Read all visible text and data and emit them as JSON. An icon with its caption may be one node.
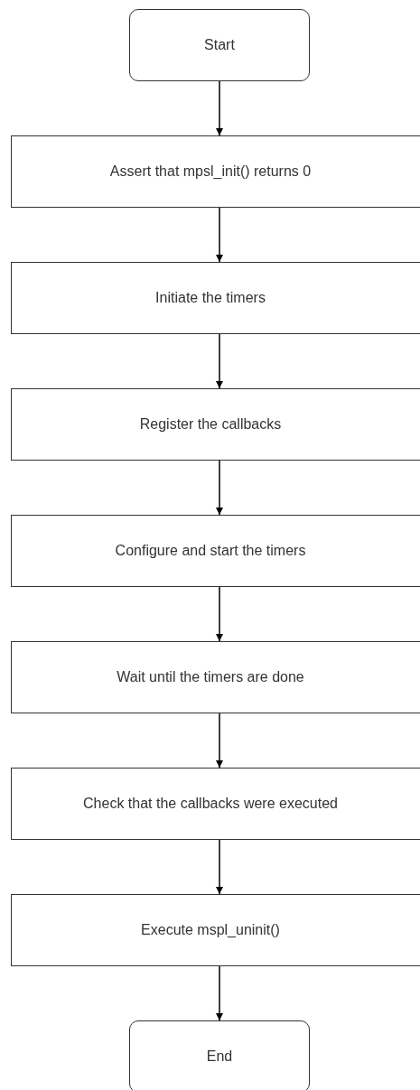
{
  "diagram": {
    "nodes": [
      {
        "text": [
          "Start"
        ]
      },
      {
        "text": [
          "Assert that mpsl_init() returns 0"
        ]
      },
      {
        "text": [
          "Initiate the timers"
        ]
      },
      {
        "text": [
          "Register the callbacks"
        ]
      },
      {
        "text": [
          "Configure and start the timers"
        ]
      },
      {
        "text": [
          "Wait until the timers are done"
        ]
      },
      {
        "text": [
          "Check that the callbacks were executed"
        ]
      },
      {
        "text": [
          "Execute mspl_uninit()"
        ]
      },
      {
        "text": [
          "End"
        ]
      }
    ],
    "edges": [
      {
        "from": 0,
        "to": 1,
        "arrow": "to"
      },
      {
        "from": 1,
        "to": 2,
        "arrow": "to"
      },
      {
        "from": 2,
        "to": 3,
        "arrow": "to"
      },
      {
        "from": 3,
        "to": 4,
        "arrow": "to"
      },
      {
        "from": 4,
        "to": 5,
        "arrow": "to"
      },
      {
        "from": 5,
        "to": 6,
        "arrow": "to"
      },
      {
        "from": 6,
        "to": 7,
        "arrow": "to"
      },
      {
        "from": 7,
        "to": 8,
        "arrow": "to"
      }
    ]
  }
}
